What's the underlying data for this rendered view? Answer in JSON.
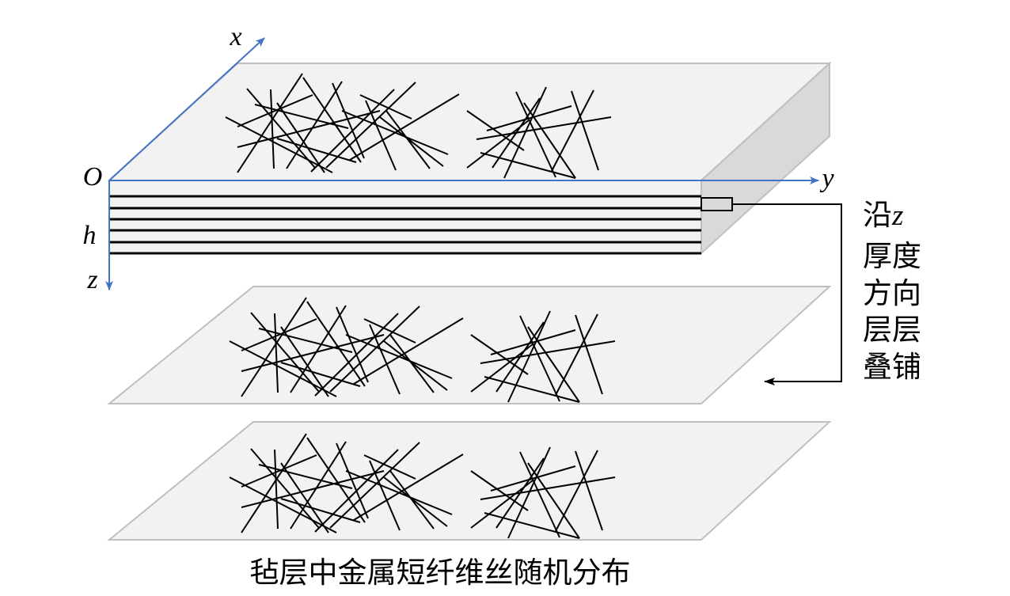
{
  "axes": {
    "origin": "O",
    "x": "x",
    "y": "y",
    "z": "z",
    "thickness": "h"
  },
  "side_note": {
    "prefix": "沿",
    "var": "z",
    "lines": [
      "厚度",
      "方向",
      "层层",
      "叠铺"
    ]
  },
  "caption": "毡层中金属短纤维丝随机分布",
  "colors": {
    "axis": "#4472C4",
    "face": "#F2F2F2",
    "side_face": "#D9D9D9",
    "edge": "#BFBFBF",
    "fiber": "#000000"
  }
}
